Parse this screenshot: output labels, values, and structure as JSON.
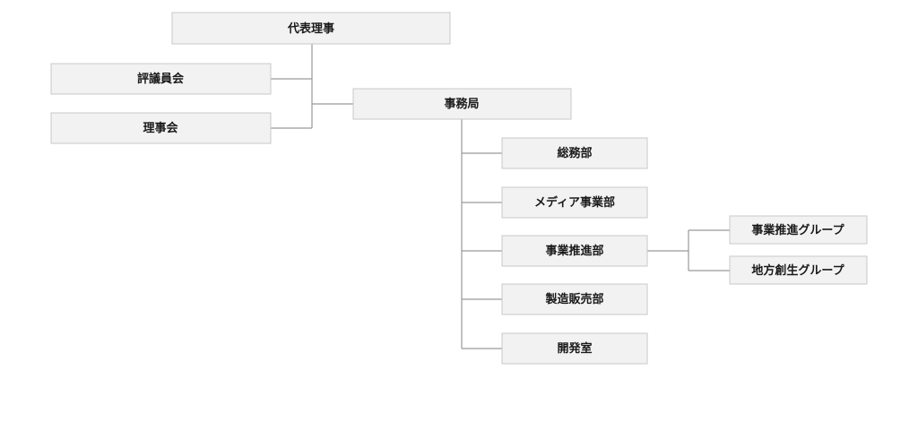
{
  "org_chart": {
    "nodes": {
      "representative_director": {
        "label": "代表理事"
      },
      "councilors": {
        "label": "評議員会"
      },
      "board": {
        "label": "理事会"
      },
      "secretariat": {
        "label": "事務局"
      },
      "general_affairs": {
        "label": "総務部"
      },
      "media_business": {
        "label": "メディア事業部"
      },
      "business_promotion": {
        "label": "事業推進部"
      },
      "manufacturing_sales": {
        "label": "製造販売部"
      },
      "development": {
        "label": "開発室"
      },
      "business_promotion_group": {
        "label": "事業推進グループ"
      },
      "regional_revitalization_group": {
        "label": "地方創生グループ"
      }
    },
    "colors": {
      "box_fill": "#f2f2f2",
      "box_border": "#c8c8c8",
      "line": "#999999",
      "text": "#1a1a1a"
    }
  }
}
